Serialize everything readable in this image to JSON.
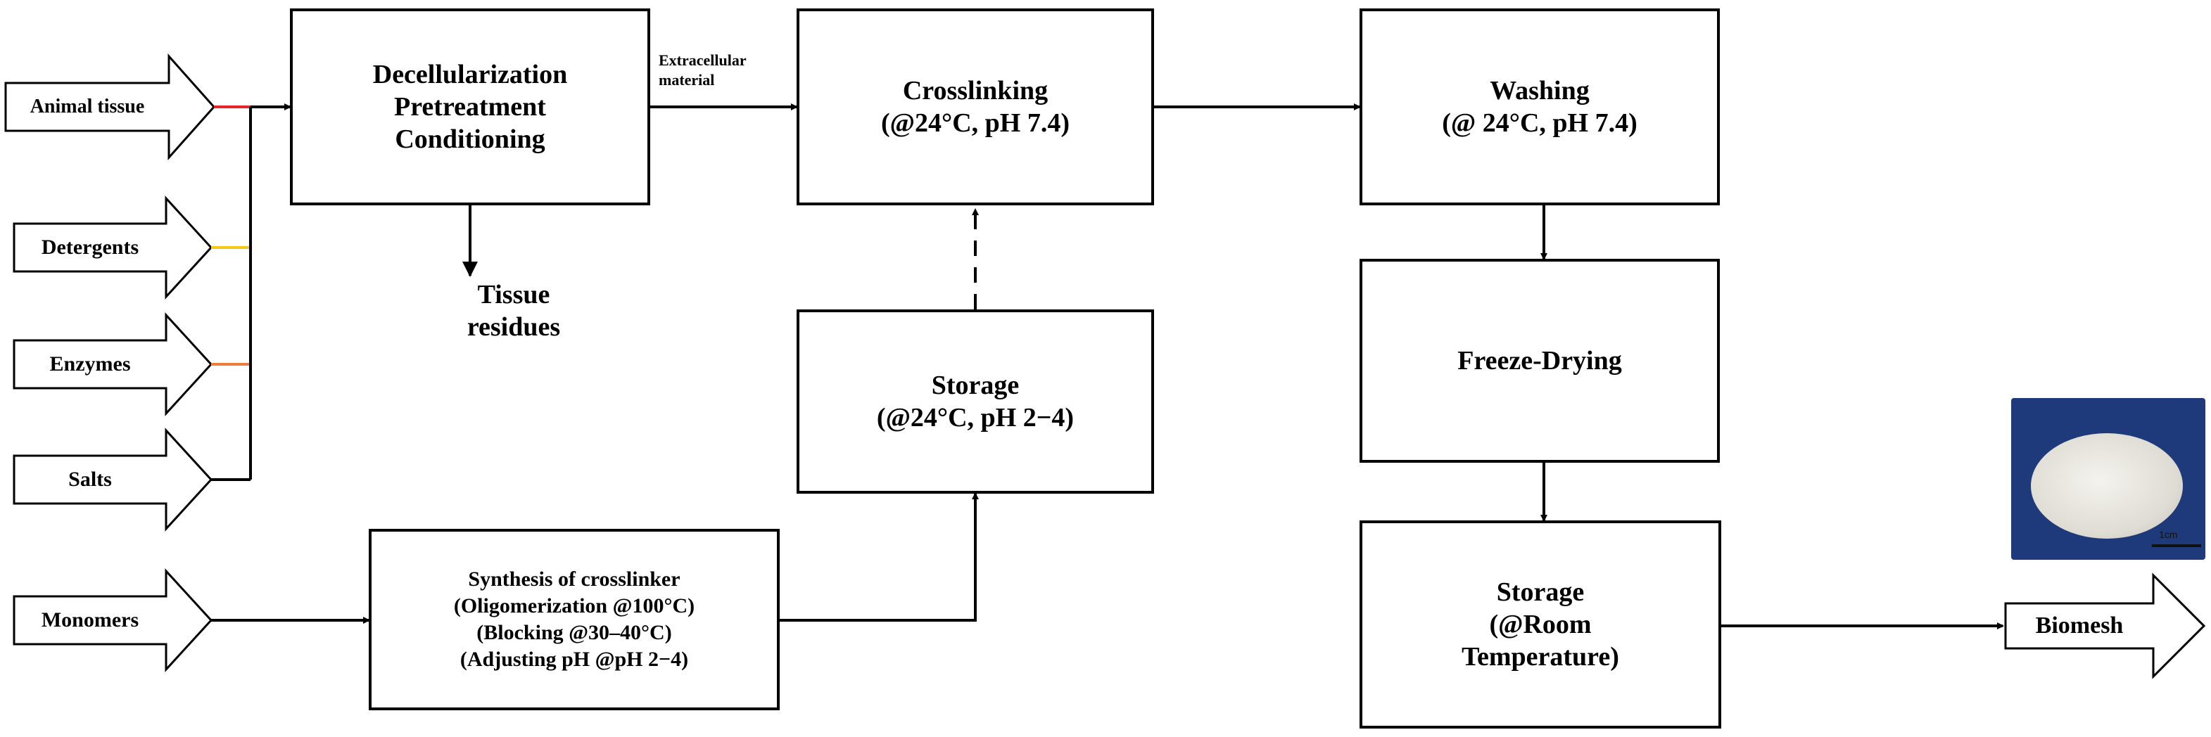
{
  "inputs": {
    "animal_tissue": "Animal tissue",
    "detergents": "Detergents",
    "enzymes": "Enzymes",
    "salts": "Salts",
    "monomers": "Monomers"
  },
  "decell": [
    "Decellularization",
    "Pretreatment",
    "Conditioning"
  ],
  "tissue_residues": [
    "Tissue",
    "residues"
  ],
  "extracellular": [
    "Extracellular",
    "material"
  ],
  "crosslinking": [
    "Crosslinking",
    "(@24°C, pH 7.4)"
  ],
  "storage_acid": [
    "Storage",
    "(@24°C, pH 2−4)"
  ],
  "synthesis": [
    "Synthesis of crosslinker",
    "(Oligomerization @100°C)",
    "(Blocking @30–40°C)",
    "(Adjusting pH @pH 2−4)"
  ],
  "washing": [
    "Washing",
    "(@ 24°C, pH 7.4)"
  ],
  "freeze_drying": "Freeze-Drying",
  "storage_room": [
    "Storage",
    "(@Room",
    "Temperature)"
  ],
  "output": "Biomesh",
  "photo": {
    "scale_label": "1cm"
  },
  "colors": {
    "animal_tissue_line": "#e4262c",
    "detergents_line": "#f5c518",
    "enzymes_line": "#ef7d3a",
    "salts_line": "#000000",
    "photo_background": "#1f3a7a"
  }
}
